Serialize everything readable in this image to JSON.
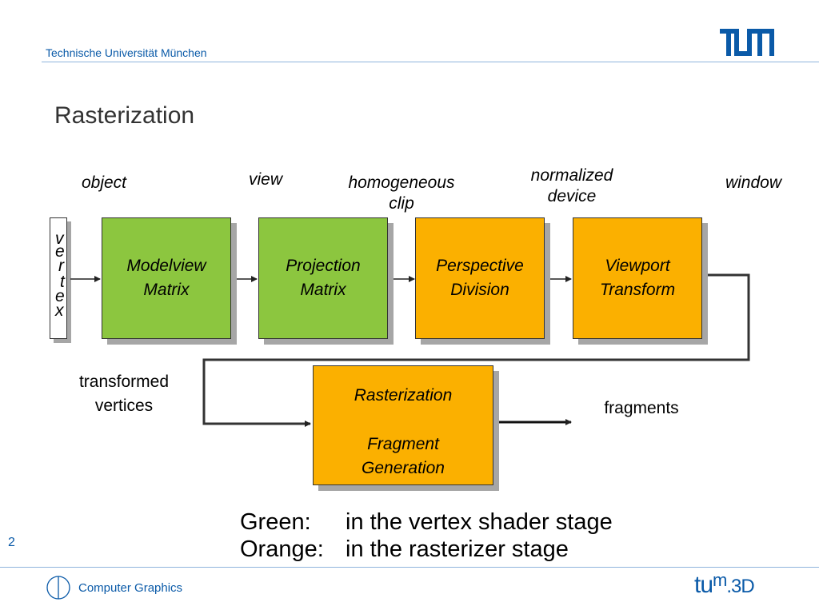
{
  "header": {
    "university": "Technische Universität München",
    "logo_text": "TUM"
  },
  "slide": {
    "title": "Rasterization",
    "page_number": "2"
  },
  "diagram": {
    "space_labels": {
      "object": "object",
      "view": "view",
      "clip_line1": "homogeneous",
      "clip_line2": "clip",
      "ndc_line1": "normalized",
      "ndc_line2": "device",
      "window": "window"
    },
    "vertex_letters": [
      "v",
      "e",
      "r",
      "t",
      "e",
      "x"
    ],
    "boxes": {
      "modelview": {
        "line1": "Modelview",
        "line2": "Matrix",
        "color": "#8cc63f"
      },
      "projection": {
        "line1": "Projection",
        "line2": "Matrix",
        "color": "#8cc63f"
      },
      "perspective": {
        "line1": "Perspective",
        "line2": "Division",
        "color": "#fbb000"
      },
      "viewport": {
        "line1": "Viewport",
        "line2": "Transform",
        "color": "#fbb000"
      },
      "rasterization": {
        "line1": "Rasterization",
        "line2": "Fragment",
        "line3": "Generation",
        "color": "#fbb000"
      }
    },
    "transformed_line1": "transformed",
    "transformed_line2": "vertices",
    "fragments": "fragments"
  },
  "legend": {
    "green_key": "Green:",
    "green_text": "in the vertex shader stage",
    "orange_key": "Orange:",
    "orange_text": "in the rasterizer stage"
  },
  "footer": {
    "course": "Computer Graphics",
    "logo_main": "tu",
    "logo_sup": "m",
    "logo_suffix": ".3D"
  }
}
